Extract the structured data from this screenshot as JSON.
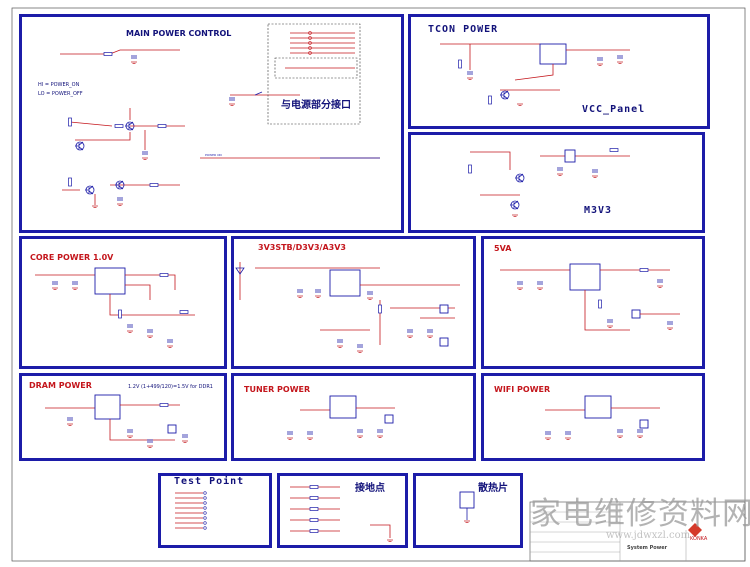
{
  "blocks": {
    "main_power": {
      "title": "MAIN POWER CONTROL",
      "hi_note": "HI = POWER_ON",
      "lo_note": "LO = POWER_OFF",
      "interface_label": "与电源部分接口"
    },
    "tcon_power": {
      "title": "TCON POWER",
      "rail_label": "VCC_Panel"
    },
    "m3v3": {
      "rail_label": "M3V3"
    },
    "core_power": {
      "title": "CORE POWER 1.0V"
    },
    "v3v3": {
      "title": "3V3STB/D3V3/A3V3"
    },
    "v5va": {
      "title": "5VA"
    },
    "dram_power": {
      "title": "DRAM POWER",
      "note": "1.2V (1+499/120)=1.5V for DDR1"
    },
    "tuner_power": {
      "title": "TUNER POWER"
    },
    "wifi_power": {
      "title": "WIFI POWER"
    },
    "test_point": {
      "title": "Test Point"
    },
    "ground_point": {
      "title": "接地点"
    },
    "heatsink": {
      "title": "散热片"
    }
  },
  "title_block": {
    "company": "KONKA",
    "sheet_name": "System Power"
  },
  "watermark": {
    "text": "家电维修资料网",
    "url": "www.jdwxzl.com"
  }
}
